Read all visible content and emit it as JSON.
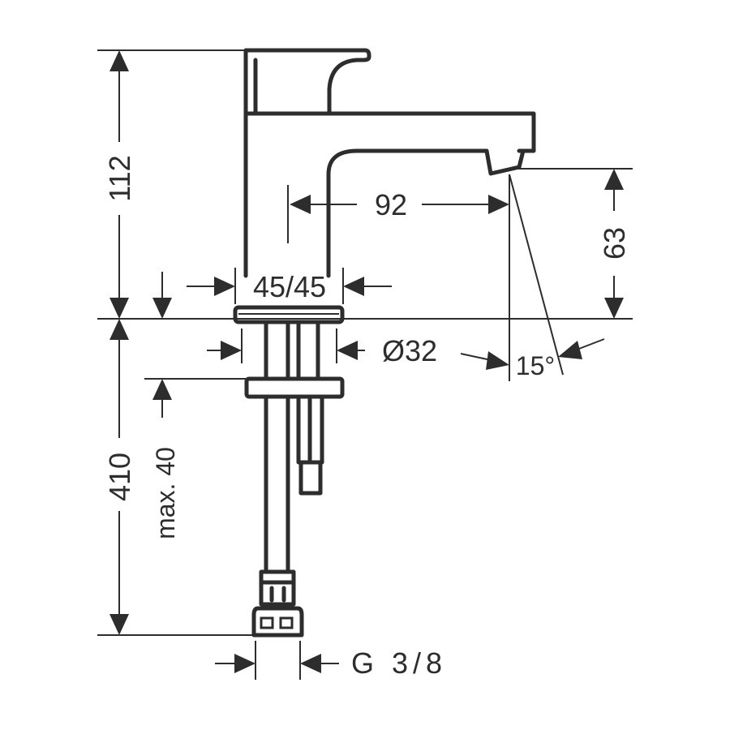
{
  "drawing": {
    "title": "Basin mixer dimension drawing",
    "dimensions": {
      "height_total": "112",
      "below_deck": "410",
      "max_thickness": "max. 40",
      "rotation": "45/45",
      "reach": "92",
      "spout_height": "63",
      "hole_diameter": "Ø32",
      "angle": "15°",
      "connection": "G 3/8"
    },
    "color": "#2d2d2d"
  }
}
